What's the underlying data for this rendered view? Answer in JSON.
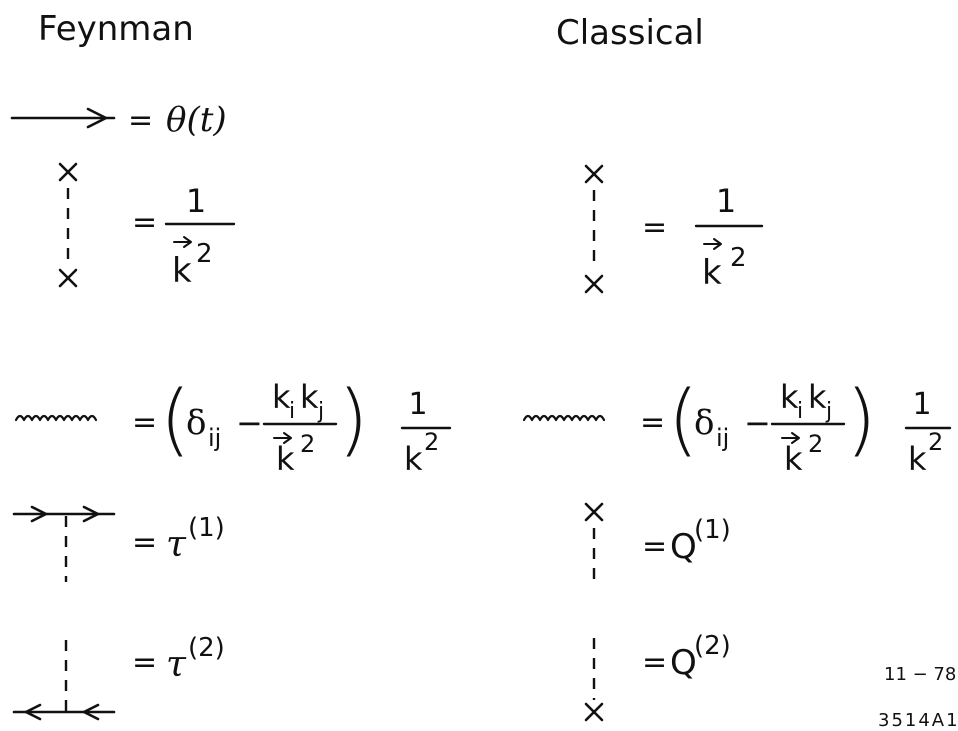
{
  "headings": {
    "feynman": "Feynman",
    "classical": "Classical"
  },
  "equals": "=",
  "rows": {
    "step": {
      "feynman": "θ(t)"
    },
    "coulomb": {
      "num": "1",
      "den": "k",
      "exp": "2"
    },
    "transverse": {
      "open": "(",
      "delta": "δ",
      "delta_sub": "ij",
      "minus": "−",
      "num_k1": "k",
      "num_sub1": "i",
      "num_k2": "k",
      "num_sub2": "j",
      "den_k": "k",
      "den_exp": "2",
      "close": ")",
      "tail_num": "1",
      "tail_den": "k",
      "tail_exp": "2"
    },
    "vertex1": {
      "feynman_sym": "τ",
      "classical_sym": "Q",
      "sup": "(1)"
    },
    "vertex2": {
      "feynman_sym": "τ",
      "classical_sym": "Q",
      "sup": "(2)"
    }
  },
  "corner": {
    "date": "11 − 78",
    "code": "3514A1"
  }
}
